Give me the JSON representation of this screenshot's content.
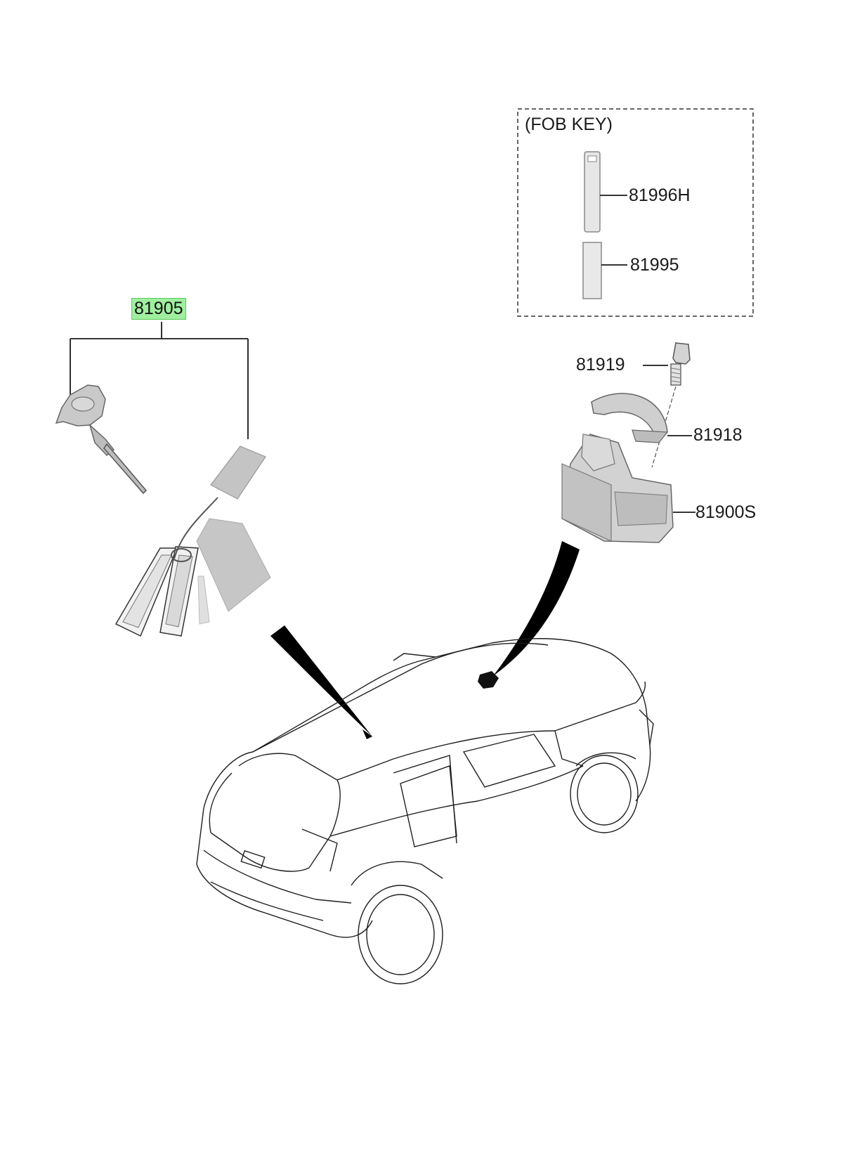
{
  "box": {
    "title": "(FOB KEY)"
  },
  "parts": {
    "p81905": {
      "number": "81905",
      "highlighted": true
    },
    "p81996h": {
      "number": "81996H"
    },
    "p81995": {
      "number": "81995"
    },
    "p81919": {
      "number": "81919"
    },
    "p81918": {
      "number": "81918"
    },
    "p81900s": {
      "number": "81900S"
    }
  },
  "colors": {
    "highlight": "#9fef9f",
    "line": "#1a1a1a",
    "part_fill": "#c8c8c8"
  }
}
